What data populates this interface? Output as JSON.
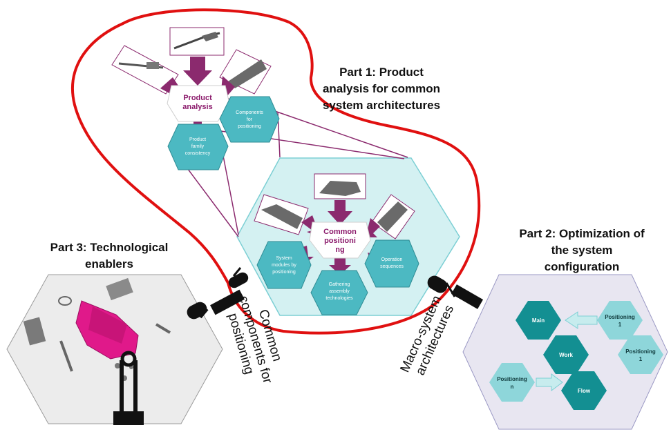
{
  "part1": {
    "line1": "Part 1: Product",
    "line2": "analysis for common",
    "line3": "system architectures"
  },
  "part2": {
    "line1": "Part 2: Optimization of",
    "line2": "the system",
    "line3": "configuration"
  },
  "part3": {
    "line1": "Part 3: Technological",
    "line2": "enablers"
  },
  "product_analysis": {
    "line1": "Product",
    "line2": "analysis"
  },
  "components_hex": {
    "line1": "Components",
    "line2": "for",
    "line3": "positioning"
  },
  "family_hex": {
    "line1": "Product",
    "line2": "family",
    "line3": "consistency"
  },
  "common_positioning": {
    "line1": "Common",
    "line2": "positioni",
    "line3": "ng"
  },
  "system_modules": {
    "line1": "System",
    "line2": "modules by",
    "line3": "positioning"
  },
  "operation_sequences": {
    "line1": "Operation",
    "line2": "sequences"
  },
  "gathering": {
    "line1": "Gathering",
    "line2": "assembly",
    "line3": "technologies"
  },
  "connector_left": {
    "line1": "Common",
    "line2": "components for",
    "line3": "positioning"
  },
  "connector_right": {
    "line1": "Macro-system",
    "line2": "architectures"
  },
  "optimization": {
    "main": "Main",
    "work": "Work",
    "flow": "Flow",
    "pos1_top_a": "Positioning",
    "pos1_top_b": "1",
    "pos1_bot_a": "Positioning",
    "pos1_bot_b": "1",
    "posn_a": "Positioning",
    "posn_b": "n"
  },
  "colors": {
    "teal": "#4cb9c2",
    "dark_teal": "#138f92",
    "light_teal": "#8ed6da",
    "magenta_arrow": "#8b2a6e",
    "red_outline": "#e01010",
    "pink_part": "#e0198a"
  }
}
